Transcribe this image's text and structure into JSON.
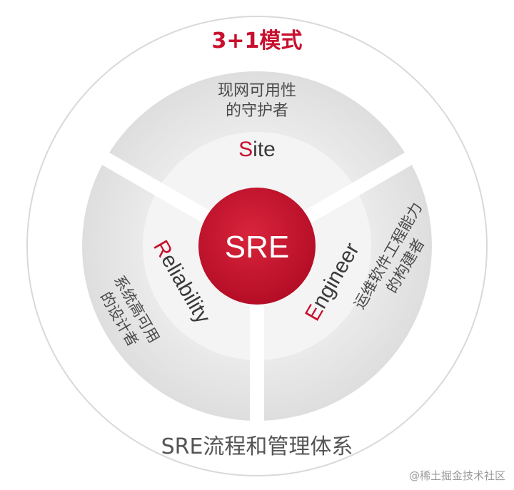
{
  "title": "3+1模式",
  "bottom_label": "SRE流程和管理体系",
  "core": "SRE",
  "segments": {
    "site": {
      "initial": "S",
      "rest": "ite",
      "desc_line1": "现网可用性",
      "desc_line2": "的守护者"
    },
    "reliability": {
      "initial": "R",
      "rest": "eliability",
      "desc_line1": "系统高可用",
      "desc_line2": "的设计者"
    },
    "engineer": {
      "initial": "E",
      "rest": "ngineer",
      "desc_line1": "运维软件工程能力",
      "desc_line2": "的构建者"
    }
  },
  "watermark": "@稀土掘金技术社区",
  "colors": {
    "accent": "#c8102e",
    "ring": "#e6e6e6",
    "inner": "#f3f3f3"
  }
}
